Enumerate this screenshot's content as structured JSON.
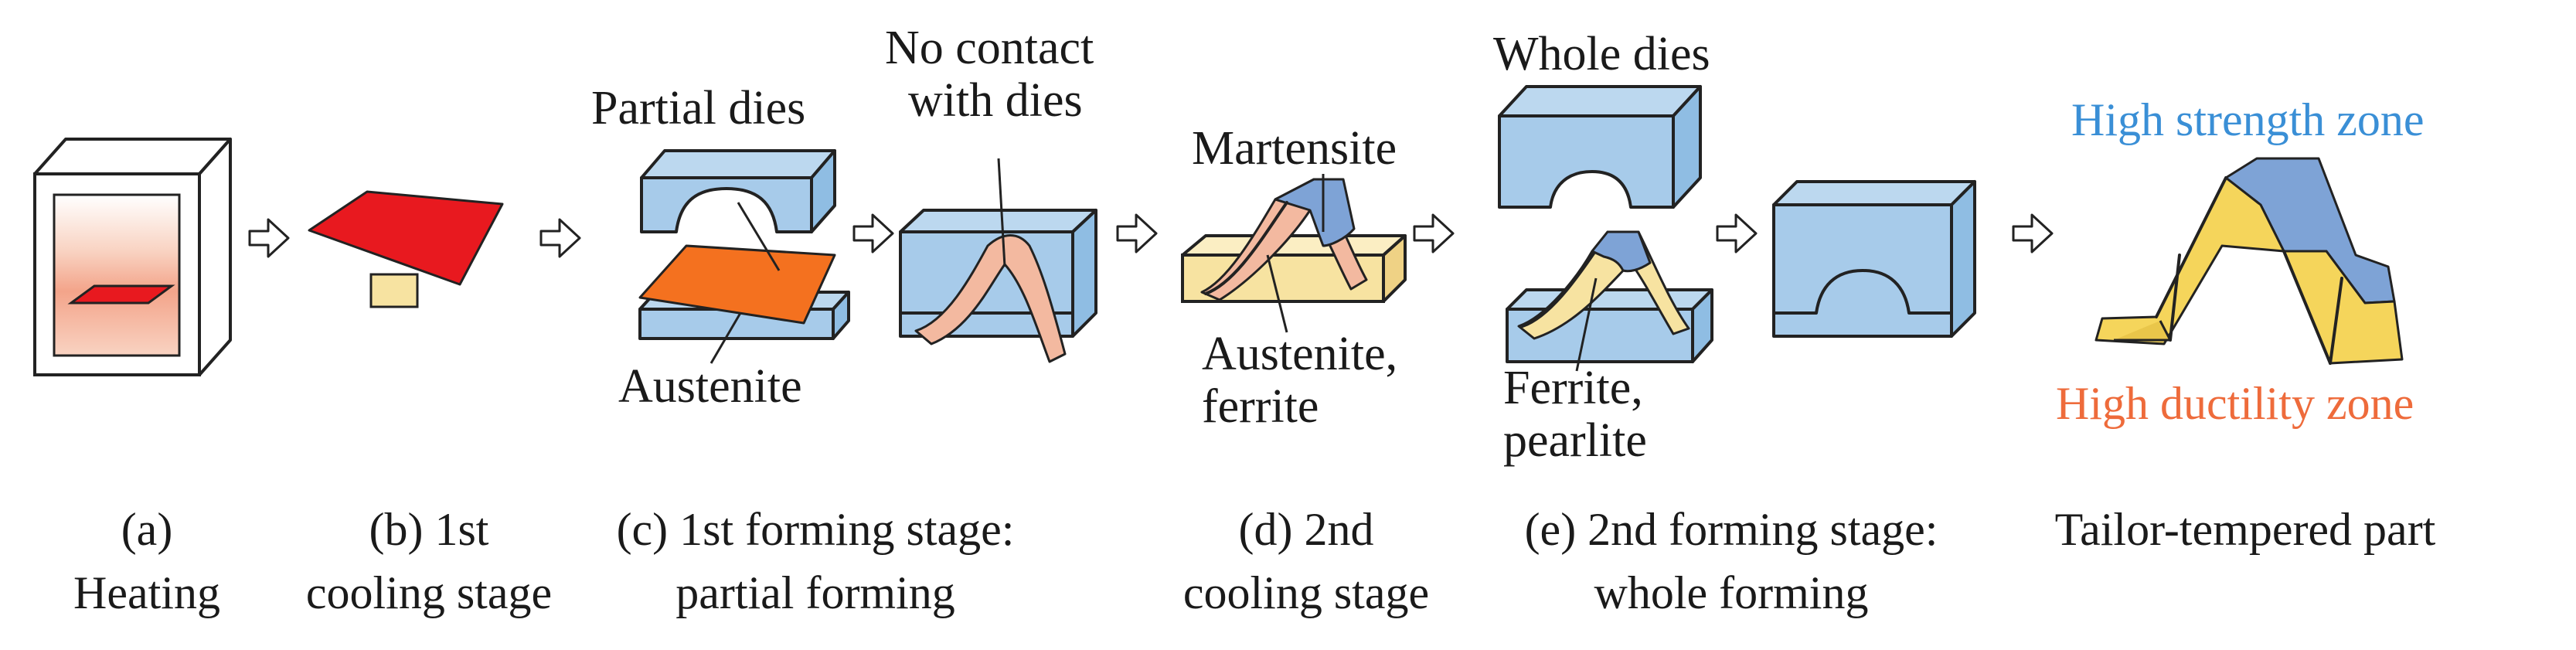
{
  "labels": {
    "partial_dies": "Partial dies",
    "no_contact_1": "No contact",
    "no_contact_2": "with dies",
    "austenite": "Austenite",
    "martensite": "Martensite",
    "austenite_ferrite_1": "Austenite,",
    "austenite_ferrite_2": "ferrite",
    "whole_dies": "Whole dies",
    "ferrite_pearlite_1": "Ferrite,",
    "ferrite_pearlite_2": "pearlite",
    "high_strength_zone": "High strength zone",
    "high_ductility_zone": "High ductility zone"
  },
  "stages": [
    {
      "line1": "(a)",
      "line2": "Heating"
    },
    {
      "line1": "(b) 1st",
      "line2": "cooling stage"
    },
    {
      "line1": "(c) 1st forming stage:",
      "line2": "partial forming"
    },
    {
      "line1": "(d) 2nd",
      "line2": "cooling stage"
    },
    {
      "line1": "(e) 2nd forming stage:",
      "line2": "whole forming"
    },
    {
      "line1": "Tailor-tempered part",
      "line2": ""
    }
  ],
  "colors": {
    "die": "#a7cbea",
    "heated_blank": "#e8191f",
    "austenite": "#f4711f",
    "cooled_zone": "#f7e3a1",
    "formed_austenite": "#f3b9a0",
    "martensite": "#7ea3d6",
    "high_strength": "#3a8fd6",
    "high_ductility": "#ee6b3b",
    "part_yellow": "#f5d55b"
  },
  "icons": {
    "arrow": "hollow-right-arrow-icon"
  }
}
